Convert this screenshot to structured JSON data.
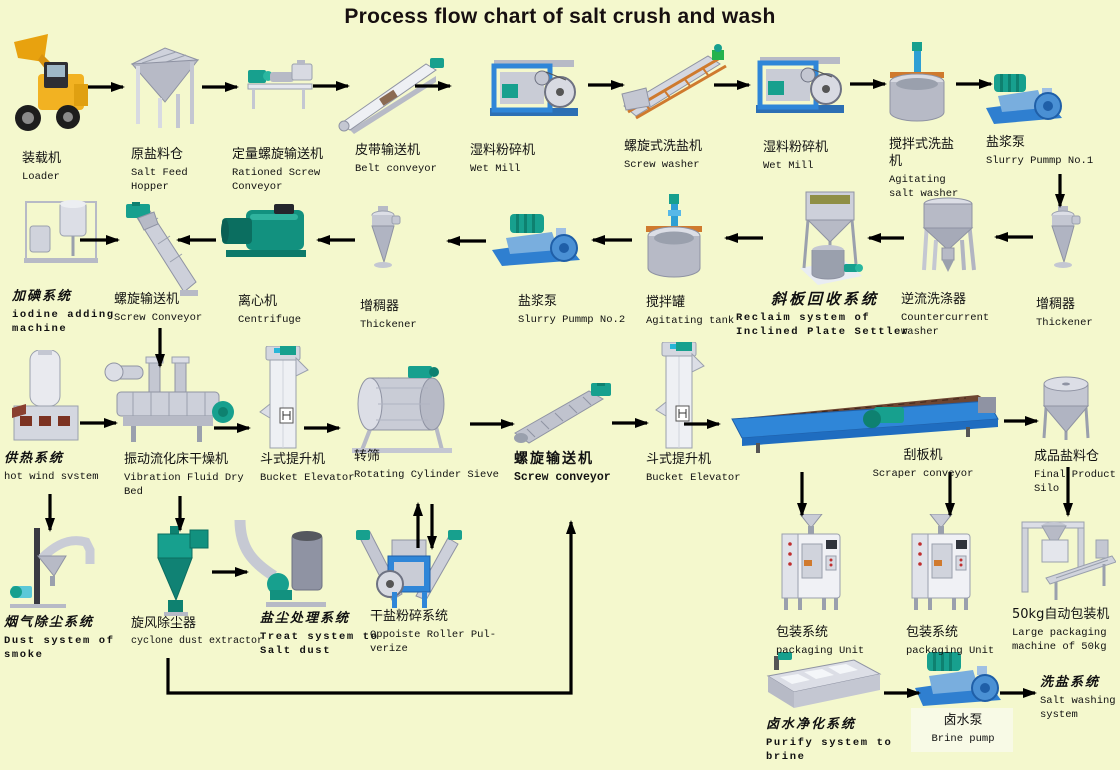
{
  "title": "Process flow chart of salt crush and wash",
  "colors": {
    "background": "#f4f8cd",
    "arrow": "#000000",
    "title_text": "#171010",
    "brine_label_box": "#f8fae6"
  },
  "nodes": [
    {
      "id": "loader",
      "cn": "装载机",
      "en": "Loader"
    },
    {
      "id": "salt-feed-hopper",
      "cn": "原盐料仓",
      "en": "Salt Feed Hopper"
    },
    {
      "id": "rationed-screw-conveyor",
      "cn": "定量螺旋输送机",
      "en": "Rationed Screw Conveyor"
    },
    {
      "id": "belt-conveyor",
      "cn": "皮带输送机",
      "en": "Belt conveyor"
    },
    {
      "id": "wet-mill-1",
      "cn": "湿料粉碎机",
      "en": "Wet Mill"
    },
    {
      "id": "screw-washer",
      "cn": "螺旋式洗盐机",
      "en": "Screw washer"
    },
    {
      "id": "wet-mill-2",
      "cn": "湿料粉碎机",
      "en": "Wet Mill"
    },
    {
      "id": "agitating-salt-washer",
      "cn": "搅拌式洗盐机",
      "en": "Agitating salt washer"
    },
    {
      "id": "slurry-pump-1",
      "cn": "盐浆泵",
      "en": "Slurry Pummp No.1"
    },
    {
      "id": "iodine-adding-machine",
      "cn": "加碘系统",
      "en": "iodine adding machine"
    },
    {
      "id": "screw-conveyor-2",
      "cn": "螺旋输送机",
      "en": "Screw Conveyor"
    },
    {
      "id": "centrifuge",
      "cn": "离心机",
      "en": "Centrifuge"
    },
    {
      "id": "thickener-2",
      "cn": "增稠器",
      "en": "Thickener"
    },
    {
      "id": "slurry-pump-2",
      "cn": "盐浆泵",
      "en": "Slurry Pummp No.2"
    },
    {
      "id": "agitating-tank",
      "cn": "搅拌罐",
      "en": "Agitating tank"
    },
    {
      "id": "inclined-plate-settler",
      "cn": "斜板回收系统",
      "en": "Reclaim system of Inclined Plate Settler"
    },
    {
      "id": "countercurrent-washer",
      "cn": "逆流洗涤器",
      "en": "Countercurrent washer"
    },
    {
      "id": "thickener-1",
      "cn": "增稠器",
      "en": "Thickener"
    },
    {
      "id": "hot-wind-system",
      "cn": "供热系统",
      "en": "hot wind svstem"
    },
    {
      "id": "vibration-fluid-dry-bed",
      "cn": "振动流化床干燥机",
      "en": "Vibration Fluid Dry Bed"
    },
    {
      "id": "bucket-elevator-1",
      "cn": "斗式提升机",
      "en": "Bucket Elevator"
    },
    {
      "id": "rotating-cylinder-sieve",
      "cn": "转筛",
      "en": "Rotating Cylinder Sieve"
    },
    {
      "id": "screw-conveyor-3",
      "cn": "螺旋输送机",
      "en": "Screw conveyor"
    },
    {
      "id": "bucket-elevator-2",
      "cn": "斗式提升机",
      "en": "Bucket Elevator"
    },
    {
      "id": "scraper-conveyor",
      "cn": "刮板机",
      "en": "Scraper conveyor"
    },
    {
      "id": "final-product-silo",
      "cn": "成品盐料仓",
      "en": "Final Product Silo"
    },
    {
      "id": "dust-system-smoke",
      "cn": "烟气除尘系统",
      "en": "Dust system of smoke"
    },
    {
      "id": "cyclone-dust-extractor",
      "cn": "旋风除尘器",
      "en": "cyclone dust extractor"
    },
    {
      "id": "treat-system-salt-dust",
      "cn": "盐尘处理系统",
      "en": "Treat system to Salt dust"
    },
    {
      "id": "opposite-roller-pulverize",
      "cn": "干盐粉碎系统",
      "en": "Oppoiste Roller Pul-verize"
    },
    {
      "id": "packaging-unit-1",
      "cn": "包装系统",
      "en": "packaging  Unit"
    },
    {
      "id": "packaging-unit-2",
      "cn": "包装系统",
      "en": "packaging  Unit"
    },
    {
      "id": "packaging-50kg",
      "cn": "50kg自动包装机",
      "en": "Large packaging machine of 50kg"
    },
    {
      "id": "purify-system-brine",
      "cn": "卤水净化系统",
      "en": "Purify system to brine"
    },
    {
      "id": "brine-pump",
      "cn": "卤水泵",
      "en": "Brine pump"
    },
    {
      "id": "salt-washing-system",
      "cn": "洗盐系统",
      "en": "Salt washing system"
    }
  ],
  "edges": [
    {
      "from": "loader",
      "to": "salt-feed-hopper"
    },
    {
      "from": "salt-feed-hopper",
      "to": "rationed-screw-conveyor"
    },
    {
      "from": "rationed-screw-conveyor",
      "to": "belt-conveyor"
    },
    {
      "from": "belt-conveyor",
      "to": "wet-mill-1"
    },
    {
      "from": "wet-mill-1",
      "to": "screw-washer"
    },
    {
      "from": "screw-washer",
      "to": "wet-mill-2"
    },
    {
      "from": "wet-mill-2",
      "to": "agitating-salt-washer"
    },
    {
      "from": "agitating-salt-washer",
      "to": "slurry-pump-1"
    },
    {
      "from": "slurry-pump-1",
      "to": "thickener-1"
    },
    {
      "from": "thickener-1",
      "to": "countercurrent-washer"
    },
    {
      "from": "countercurrent-washer",
      "to": "inclined-plate-settler"
    },
    {
      "from": "inclined-plate-settler",
      "to": "agitating-tank"
    },
    {
      "from": "agitating-tank",
      "to": "slurry-pump-2"
    },
    {
      "from": "slurry-pump-2",
      "to": "thickener-2"
    },
    {
      "from": "thickener-2",
      "to": "centrifuge"
    },
    {
      "from": "centrifuge",
      "to": "screw-conveyor-2"
    },
    {
      "from": "iodine-adding-machine",
      "to": "screw-conveyor-2"
    },
    {
      "from": "screw-conveyor-2",
      "to": "vibration-fluid-dry-bed"
    },
    {
      "from": "hot-wind-system",
      "to": "vibration-fluid-dry-bed"
    },
    {
      "from": "vibration-fluid-dry-bed",
      "to": "bucket-elevator-1"
    },
    {
      "from": "bucket-elevator-1",
      "to": "rotating-cylinder-sieve"
    },
    {
      "from": "rotating-cylinder-sieve",
      "to": "screw-conveyor-3"
    },
    {
      "from": "screw-conveyor-3",
      "to": "bucket-elevator-2"
    },
    {
      "from": "bucket-elevator-2",
      "to": "scraper-conveyor"
    },
    {
      "from": "scraper-conveyor",
      "to": "final-product-silo"
    },
    {
      "from": "hot-wind-system",
      "to": "dust-system-smoke"
    },
    {
      "from": "vibration-fluid-dry-bed",
      "to": "cyclone-dust-extractor"
    },
    {
      "from": "cyclone-dust-extractor",
      "to": "treat-system-salt-dust"
    },
    {
      "from": "rotating-cylinder-sieve",
      "to": "opposite-roller-pulverize"
    },
    {
      "from": "opposite-roller-pulverize",
      "to": "rotating-cylinder-sieve"
    },
    {
      "from": "cyclone-dust-extractor",
      "to": "screw-conveyor-3"
    },
    {
      "from": "scraper-conveyor",
      "to": "packaging-unit-1"
    },
    {
      "from": "scraper-conveyor",
      "to": "packaging-unit-2"
    },
    {
      "from": "final-product-silo",
      "to": "packaging-50kg"
    },
    {
      "from": "purify-system-brine",
      "to": "brine-pump"
    },
    {
      "from": "brine-pump",
      "to": "salt-washing-system"
    }
  ]
}
